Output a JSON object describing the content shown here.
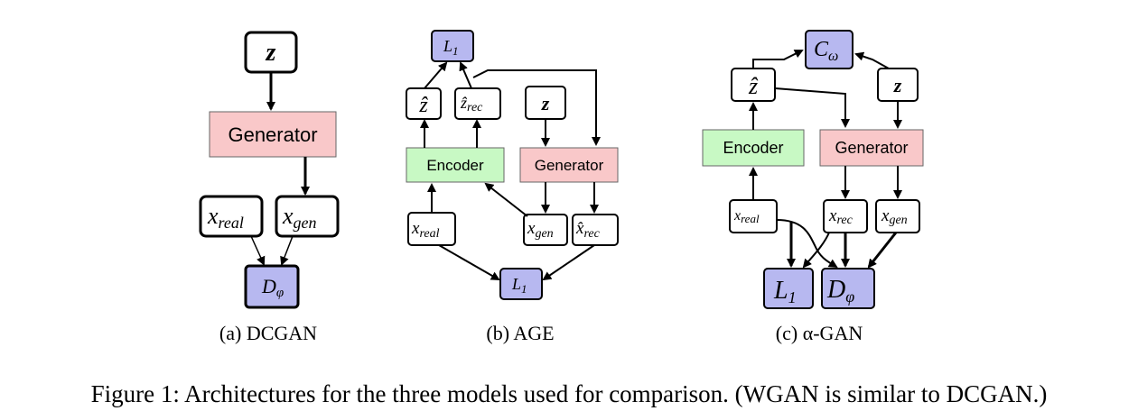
{
  "colors": {
    "generator_fill": "#f9c8c9",
    "encoder_fill": "#c8f9c4",
    "discriminator_fill": "#b7b8f0",
    "stroke": "#000000"
  },
  "panels": {
    "dcgan": {
      "caption": "(a) DCGAN",
      "z": "z",
      "generator": "Generator",
      "x_real": "x",
      "x_real_sub": "real",
      "x_gen": "x",
      "x_gen_sub": "gen",
      "disc": "D",
      "disc_sub": "φ"
    },
    "age": {
      "caption": "(b) AGE",
      "l1_top": "L",
      "l1_top_sub": "1",
      "z_hat": "ẑ",
      "z_rec": "ẑ",
      "z_rec_sub": "rec",
      "z": "z",
      "encoder": "Encoder",
      "generator": "Generator",
      "x_real": "x",
      "x_real_sub": "real",
      "x_gen": "x",
      "x_gen_sub": "gen",
      "x_rec": "x̂",
      "x_rec_sub": "rec",
      "l1_bottom": "L",
      "l1_bottom_sub": "1"
    },
    "alphagan": {
      "caption": "(c) α-GAN",
      "c_omega": "C",
      "c_omega_sub": "ω",
      "z_hat": "ẑ",
      "z": "z",
      "encoder": "Encoder",
      "generator": "Generator",
      "x_real": "x",
      "x_real_sub": "real",
      "x_rec": "x",
      "x_rec_sub": "rec",
      "x_gen": "x",
      "x_gen_sub": "gen",
      "l1": "L",
      "l1_sub": "1",
      "disc": "D",
      "disc_sub": "φ"
    }
  },
  "figure_caption": "Figure 1: Architectures for the three models used for comparison. (WGAN is similar to DCGAN.)"
}
